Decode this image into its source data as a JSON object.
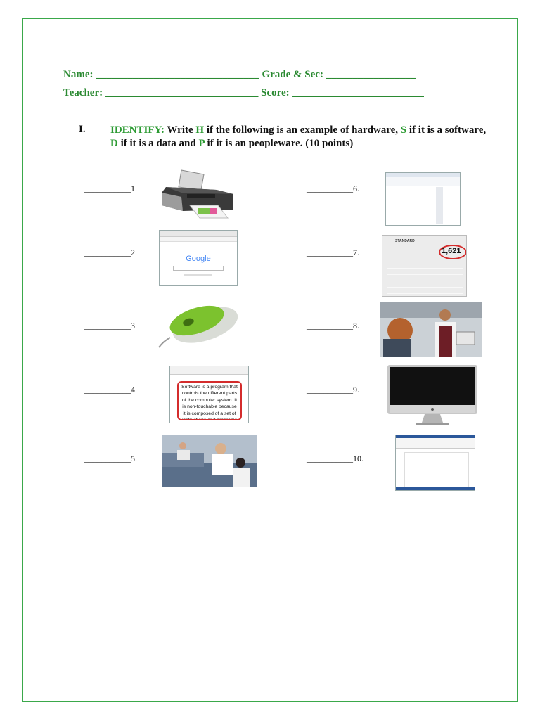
{
  "header": {
    "name_label": "Name:",
    "name_line": "_______________________________",
    "grade_label": "Grade & Sec:",
    "grade_line": "_________________",
    "teacher_label": "Teacher:",
    "teacher_line": "_____________________________",
    "score_label": "Score:",
    "score_line": "_________________________"
  },
  "section": {
    "number": "I.",
    "keyword": "IDENTIFY:",
    "text_1": " Write ",
    "h": "H",
    "text_2": " if the following is an example of hardware, ",
    "s": "S",
    "text_3": " if it is a software, ",
    "d": "D",
    "text_4": " if it is a data and ",
    "p": "P",
    "text_5": " if it is an peopleware.  (10 points)"
  },
  "items": [
    {
      "label": "___________1.",
      "picture": "printer"
    },
    {
      "label": "___________2.",
      "picture": "google-browser"
    },
    {
      "label": "___________3.",
      "picture": "mouse"
    },
    {
      "label": "___________4.",
      "picture": "document-text"
    },
    {
      "label": "___________5.",
      "picture": "office-people"
    },
    {
      "label": "___________6.",
      "picture": "paint-program"
    },
    {
      "label": "___________7.",
      "picture": "calculator"
    },
    {
      "label": "___________8.",
      "picture": "cashier"
    },
    {
      "label": "___________9.",
      "picture": "monitor"
    },
    {
      "label": "___________10.",
      "picture": "word-processor"
    }
  ],
  "pictures": {
    "google_logo": "Google",
    "calc_mode": "STANDARD",
    "calc_value": "1,621",
    "doc_text": "Software is a program that controls the different parts of the computer system. It is non-touchable because it is composed of a set of instructions and programs"
  }
}
